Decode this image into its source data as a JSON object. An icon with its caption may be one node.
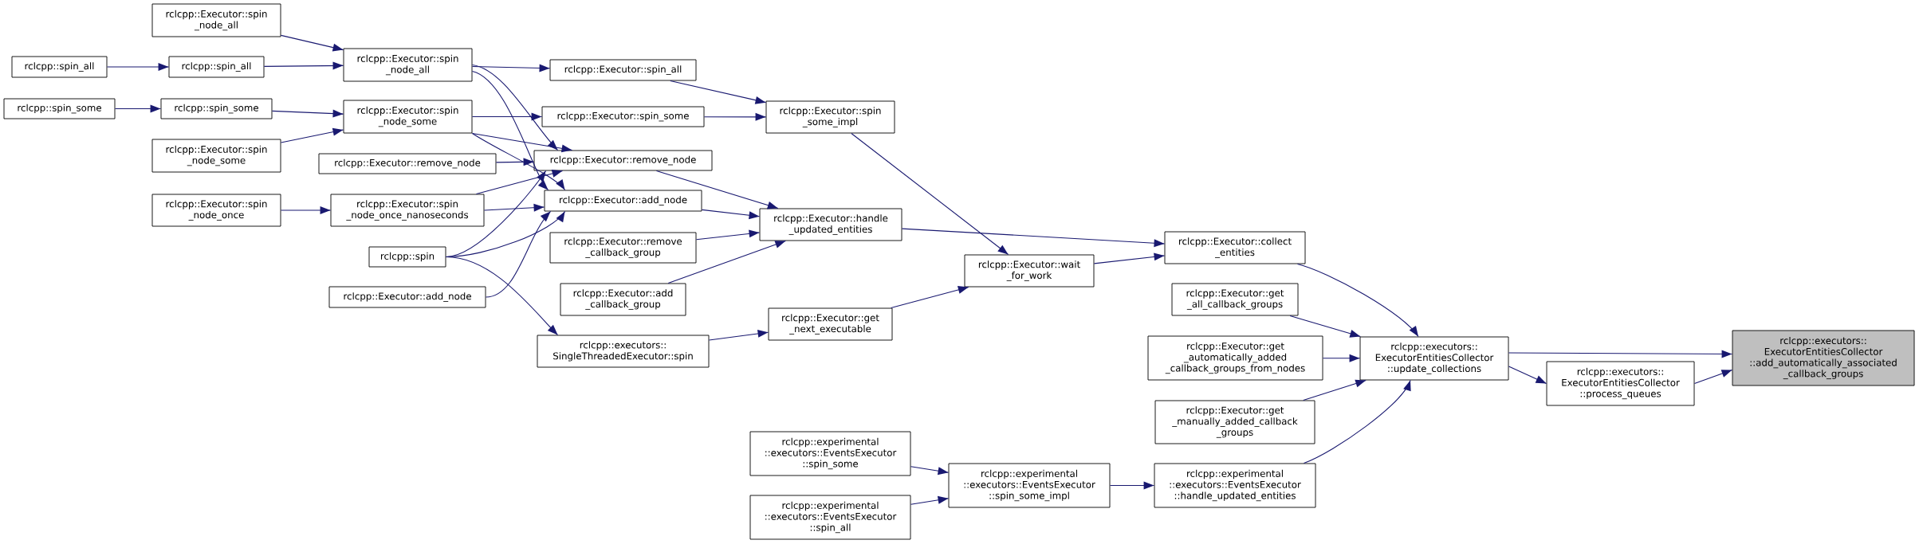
{
  "diagram": {
    "nodes": [
      {
        "text": [
          "rclcpp::Executor::spin _node_all"
        ]
      },
      {
        "text": [
          "rclcpp::spin_all"
        ]
      },
      {
        "text": [
          "rclcpp::spin_all"
        ]
      },
      {
        "text": [
          "rclcpp::spin_some"
        ]
      },
      {
        "text": [
          "rclcpp::spin_some"
        ]
      },
      {
        "text": [
          "rclcpp::Executor::spin _node_some"
        ]
      },
      {
        "text": [
          "rclcpp::Executor::spin _node_once"
        ]
      },
      {
        "text": [
          "rclcpp::Executor::spin _node_all"
        ]
      },
      {
        "text": [
          "rclcpp::Executor::spin _node_some"
        ]
      },
      {
        "text": [
          "rclcpp::Executor::remove_node"
        ]
      },
      {
        "text": [
          "rclcpp::Executor::spin _node_once_nanoseconds"
        ]
      },
      {
        "text": [
          "rclcpp::spin"
        ]
      },
      {
        "text": [
          "rclcpp::Executor::add_node"
        ]
      },
      {
        "text": [
          "rclcpp::Executor::spin_all"
        ]
      },
      {
        "text": [
          "rclcpp::Executor::spin_some"
        ]
      },
      {
        "text": [
          "rclcpp::Executor::remove_node"
        ]
      },
      {
        "text": [
          "rclcpp::Executor::add_node"
        ]
      },
      {
        "text": [
          "rclcpp::Executor::remove _callback_group"
        ]
      },
      {
        "text": [
          "rclcpp::Executor::add _callback_group"
        ]
      },
      {
        "text": [
          "rclcpp::executors:: SingleThreadedExecutor::spin"
        ]
      },
      {
        "text": [
          "rclcpp::Executor::spin _some_impl"
        ]
      },
      {
        "text": [
          "rclcpp::Executor::handle _updated_entities"
        ]
      },
      {
        "text": [
          "rclcpp::Executor::get _next_executable"
        ]
      },
      {
        "text": [
          "rclcpp::experimental ::executors::EventsExecutor ::spin_some"
        ]
      },
      {
        "text": [
          "rclcpp::experimental ::executors::EventsExecutor ::spin_all"
        ]
      },
      {
        "text": [
          "rclcpp::Executor::wait _for_work"
        ]
      },
      {
        "text": [
          "rclcpp::experimental ::executors::EventsExecutor ::spin_some_impl"
        ]
      },
      {
        "text": [
          "rclcpp::Executor::collect _entities"
        ]
      },
      {
        "text": [
          "rclcpp::Executor::get _all_callback_groups"
        ]
      },
      {
        "text": [
          "rclcpp::Executor::get _automatically_added _callback_groups_from_nodes"
        ]
      },
      {
        "text": [
          "rclcpp::Executor::get _manually_added_callback _groups"
        ]
      },
      {
        "text": [
          "rclcpp::experimental ::executors::EventsExecutor ::handle_updated_entities"
        ]
      },
      {
        "text": [
          "rclcpp::executors:: ExecutorEntitiesCollector ::update_collections"
        ]
      },
      {
        "text": [
          "rclcpp::executors:: ExecutorEntitiesCollector ::process_queues"
        ]
      },
      {
        "text": [
          "rclcpp::executors:: ExecutorEntitiesCollector ::add_automatically_associated _callback_groups"
        ]
      }
    ],
    "edges": [
      {
        "from": 1,
        "to": 2,
        "arrow": "to"
      },
      {
        "from": 2,
        "to": 7,
        "arrow": "to"
      },
      {
        "from": 0,
        "to": 7,
        "arrow": "to"
      },
      {
        "from": 3,
        "to": 4,
        "arrow": "to"
      },
      {
        "from": 4,
        "to": 8,
        "arrow": "to"
      },
      {
        "from": 5,
        "to": 8,
        "arrow": "to"
      },
      {
        "from": 6,
        "to": 10,
        "arrow": "to"
      },
      {
        "from": 7,
        "to": 13,
        "arrow": "to"
      },
      {
        "from": 7,
        "to": 15,
        "arrow": "to"
      },
      {
        "from": 7,
        "to": 16,
        "arrow": "to"
      },
      {
        "from": 8,
        "to": 14,
        "arrow": "to"
      },
      {
        "from": 8,
        "to": 15,
        "arrow": "to"
      },
      {
        "from": 8,
        "to": 16,
        "arrow": "to"
      },
      {
        "from": 9,
        "to": 15,
        "arrow": "to"
      },
      {
        "from": 10,
        "to": 15,
        "arrow": "to"
      },
      {
        "from": 10,
        "to": 16,
        "arrow": "to"
      },
      {
        "from": 11,
        "to": 15,
        "arrow": "to"
      },
      {
        "from": 11,
        "to": 16,
        "arrow": "to"
      },
      {
        "from": 11,
        "to": 19,
        "arrow": "to"
      },
      {
        "from": 12,
        "to": 16,
        "arrow": "to"
      },
      {
        "from": 13,
        "to": 20,
        "arrow": "to"
      },
      {
        "from": 14,
        "to": 20,
        "arrow": "to"
      },
      {
        "from": 15,
        "to": 21,
        "arrow": "to"
      },
      {
        "from": 16,
        "to": 21,
        "arrow": "to"
      },
      {
        "from": 17,
        "to": 21,
        "arrow": "to"
      },
      {
        "from": 18,
        "to": 21,
        "arrow": "to"
      },
      {
        "from": 19,
        "to": 22,
        "arrow": "to"
      },
      {
        "from": 20,
        "to": 25,
        "arrow": "to"
      },
      {
        "from": 21,
        "to": 27,
        "arrow": "to"
      },
      {
        "from": 22,
        "to": 25,
        "arrow": "to"
      },
      {
        "from": 25,
        "to": 27,
        "arrow": "to"
      },
      {
        "from": 23,
        "to": 26,
        "arrow": "to"
      },
      {
        "from": 24,
        "to": 26,
        "arrow": "to"
      },
      {
        "from": 26,
        "to": 31,
        "arrow": "to"
      },
      {
        "from": 27,
        "to": 32,
        "arrow": "to"
      },
      {
        "from": 28,
        "to": 32,
        "arrow": "to"
      },
      {
        "from": 29,
        "to": 32,
        "arrow": "to"
      },
      {
        "from": 30,
        "to": 32,
        "arrow": "to"
      },
      {
        "from": 31,
        "to": 32,
        "arrow": "to"
      },
      {
        "from": 32,
        "to": 34,
        "arrow": "to"
      },
      {
        "from": 32,
        "to": 33,
        "arrow": "to"
      },
      {
        "from": 33,
        "to": 34,
        "arrow": "to"
      }
    ]
  }
}
